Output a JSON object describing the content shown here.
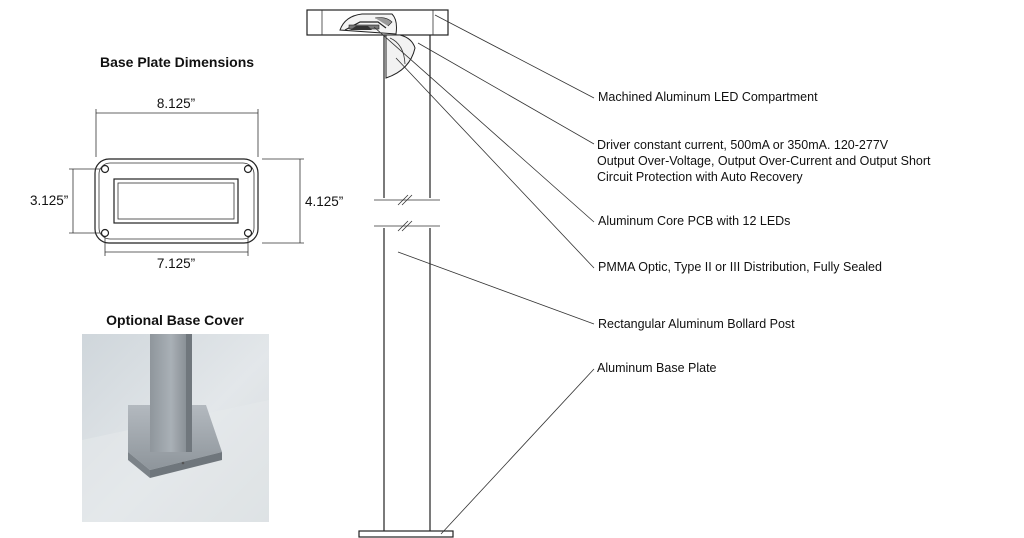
{
  "base_plate": {
    "title": "Base Plate Dimensions",
    "dim_top": "8.125”",
    "dim_left": "3.125”",
    "dim_right": "4.125”",
    "dim_bottom": "7.125”"
  },
  "base_cover": {
    "title": "Optional Base Cover"
  },
  "callouts": [
    {
      "lines": [
        "Machined Aluminum LED Compartment"
      ]
    },
    {
      "lines": [
        "Driver constant current, 500mA or 350mA. 120-277V",
        "Output Over-Voltage, Output Over-Current and Output Short",
        "Circuit Protection with Auto Recovery"
      ]
    },
    {
      "lines": [
        "Aluminum Core PCB with 12 LEDs"
      ]
    },
    {
      "lines": [
        "PMMA Optic, Type II or III Distribution, Fully Sealed"
      ]
    },
    {
      "lines": [
        "Rectangular Aluminum Bollard Post"
      ]
    },
    {
      "lines": [
        "Aluminum Base Plate"
      ]
    }
  ]
}
